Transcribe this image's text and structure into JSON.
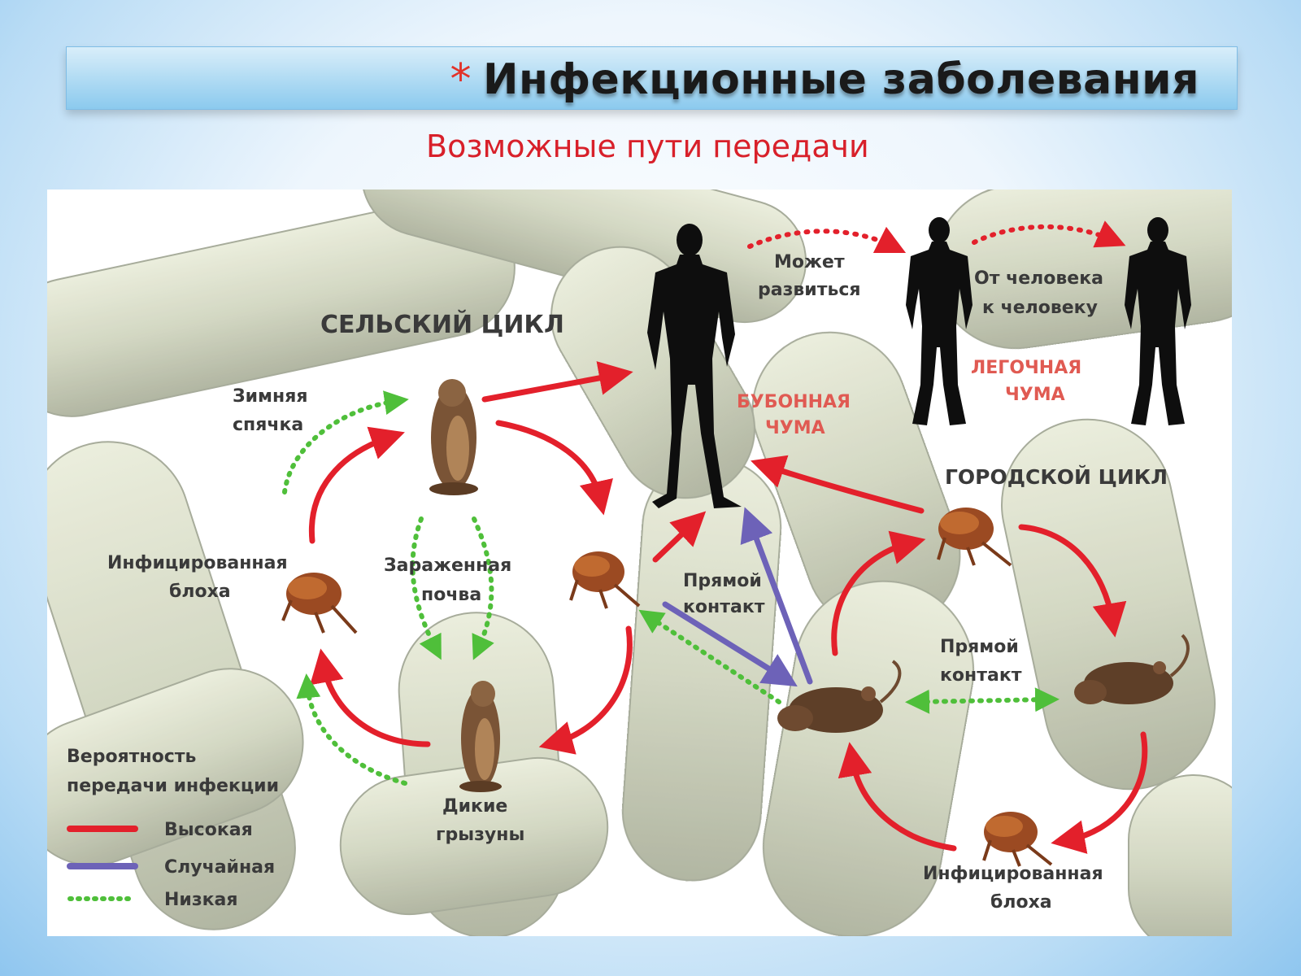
{
  "slide": {
    "title_star": "*",
    "title": "Инфекционные заболевания",
    "subtitle": "Возможные пути передачи"
  },
  "diagram": {
    "rural_cycle": "СЕЛЬСКИЙ ЦИКЛ",
    "urban_cycle": "ГОРОДСКОЙ ЦИКЛ",
    "hibernation_1": "Зимняя",
    "hibernation_2": "спячка",
    "infected_flea_1": "Инфицированная",
    "infected_flea_2": "блоха",
    "contaminated_soil_1": "Зараженная",
    "contaminated_soil_2": "почва",
    "wild_rodents_1": "Дикие",
    "wild_rodents_2": "грызуны",
    "direct_contact_1": "Прямой",
    "direct_contact_2": "контакт",
    "may_develop_1": "Может",
    "may_develop_2": "развиться",
    "human_to_human_1": "От человека",
    "human_to_human_2": "к человеку",
    "bubonic_1": "БУБОННАЯ",
    "bubonic_2": "ЧУМА",
    "pneumonic_1": "ЛЕГОЧНАЯ",
    "pneumonic_2": "ЧУМА",
    "urban_flea_1": "Инфицированная",
    "urban_flea_2": "блоха",
    "urban_contact_1": "Прямой",
    "urban_contact_2": "контакт"
  },
  "legend": {
    "title_1": "Вероятность",
    "title_2": "передачи инфекции",
    "high": "Высокая",
    "random": "Случайная",
    "low": "Низкая"
  },
  "colors": {
    "high": "#e3202b",
    "random": "#6d62b8",
    "low": "#4fbf3a",
    "plague_label": "#e05a52"
  }
}
